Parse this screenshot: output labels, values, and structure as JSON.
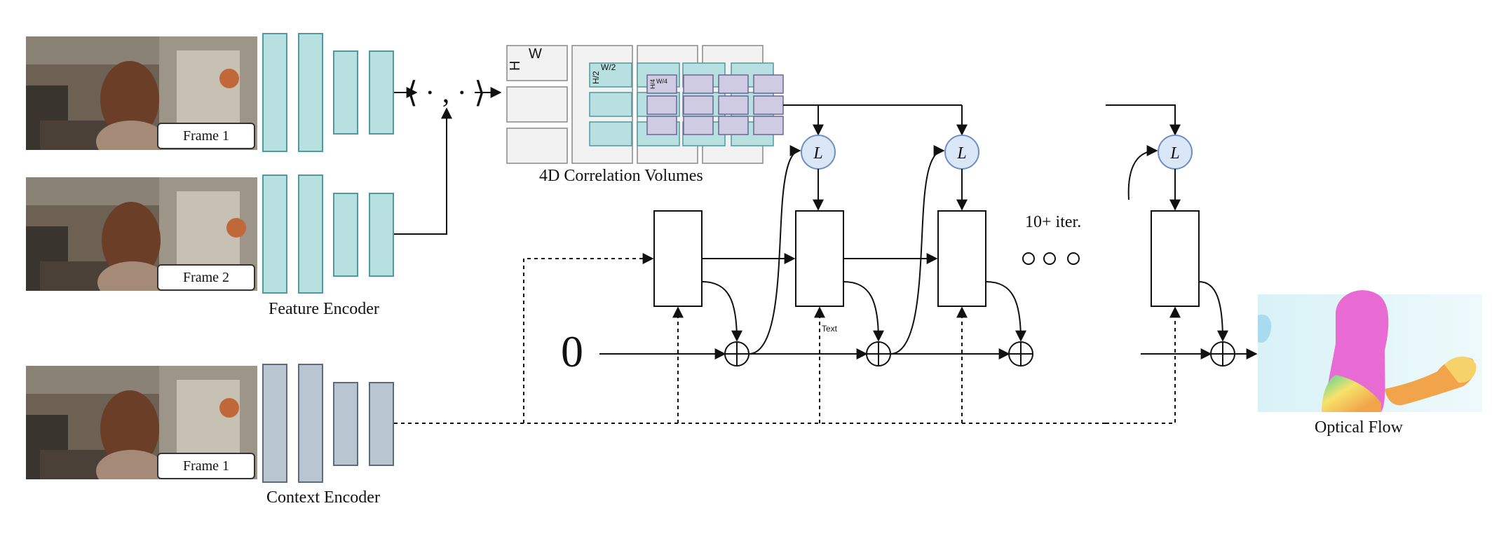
{
  "frames": [
    {
      "label": "Frame 1"
    },
    {
      "label": "Frame 2"
    },
    {
      "label": "Frame 1"
    }
  ],
  "captions": {
    "feature_encoder": "Feature Encoder",
    "context_encoder": "Context Encoder",
    "correlation": "4D Correlation Volumes",
    "iterations": "10+ iter.",
    "optical_flow": "Optical Flow",
    "inner_product": "⟨ · , · ⟩",
    "zero": "0",
    "text_label": "Text"
  },
  "volume_labels": {
    "l1_h": "H",
    "l1_w": "W",
    "l2_h": "H/2",
    "l2_w": "W/2",
    "l3_h": "H/4",
    "l3_w": "W/4"
  },
  "lookup_label": "L",
  "colors": {
    "feature": "#b9e0e1",
    "feature_stroke": "#4e9aa0",
    "context": "#b9c5d1",
    "context_stroke": "#5b6b80",
    "lookup": "#dbe6f7",
    "lookup_stroke": "#6c8fc4",
    "purple": "#cfcbe2",
    "purple_stroke": "#6a6696"
  }
}
